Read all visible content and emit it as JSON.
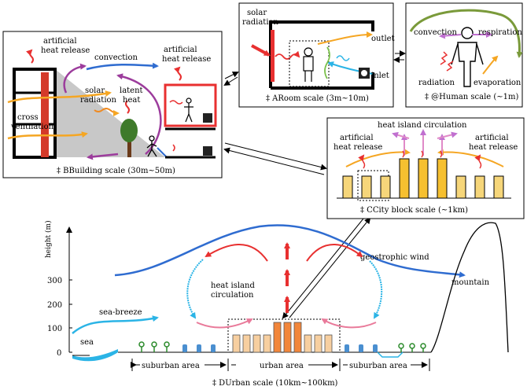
{
  "panels": {
    "building": {
      "caption": "‡ BBuilding scale (30m~50m)",
      "labels": {
        "artificial_heat_release_left_1": "artificial",
        "artificial_heat_release_left_2": "heat release",
        "convection": "convection",
        "artificial_heat_release_right_1": "artificial",
        "artificial_heat_release_right_2": "heat release",
        "solar_radiation_1": "solar",
        "solar_radiation_2": "radiation",
        "latent_heat_1": "latent",
        "latent_heat_2": "heat",
        "cross_ventilation_1": "cross",
        "cross_ventilation_2": "ventilation"
      }
    },
    "room": {
      "caption": "‡ ARoom scale (3m~10m)",
      "labels": {
        "solar_radiation_1": "solar",
        "solar_radiation_2": "radiation",
        "outlet": "outlet",
        "inlet": "inlet"
      }
    },
    "human": {
      "caption": "‡ @Human scale (~1m)",
      "labels": {
        "convection": "convection",
        "respiration": "respiration",
        "radiation": "radiation",
        "evaporation": "evaporation"
      }
    },
    "city_block": {
      "caption": "‡ CCity block scale (~1km)",
      "labels": {
        "heat_island_circulation": "heat island circulation",
        "artificial_heat_release_left_1": "artificial",
        "artificial_heat_release_left_2": "heat release",
        "artificial_heat_release_right_1": "artificial",
        "artificial_heat_release_right_2": "heat release"
      }
    },
    "urban": {
      "caption": "‡ DUrban scale (10km~100km)",
      "axis_label": "height (m)",
      "ticks": [
        "300",
        "200",
        "100",
        "0"
      ],
      "labels": {
        "geostrophic_wind": "geostrophic wind",
        "heat_island_circulation_1": "heat island",
        "heat_island_circulation_2": "circulation",
        "sea_breeze": "sea-breeze",
        "sea": "sea",
        "mountain": "mountain",
        "suburban_area_left": "suburban area",
        "urban_area": "urban area",
        "suburban_area_right": "suburban area"
      }
    }
  },
  "colors": {
    "red": "#e83030",
    "blue": "#2f6cd0",
    "light_blue": "#2bb4e6",
    "orange": "#f5a623",
    "purple": "#9c3c9c",
    "green": "#7a9a3a",
    "building_fill": "#f6d67a",
    "urban_fill": "#f2a35a",
    "urban_light": "#f7cfa0",
    "house": "#4a8fd0"
  }
}
